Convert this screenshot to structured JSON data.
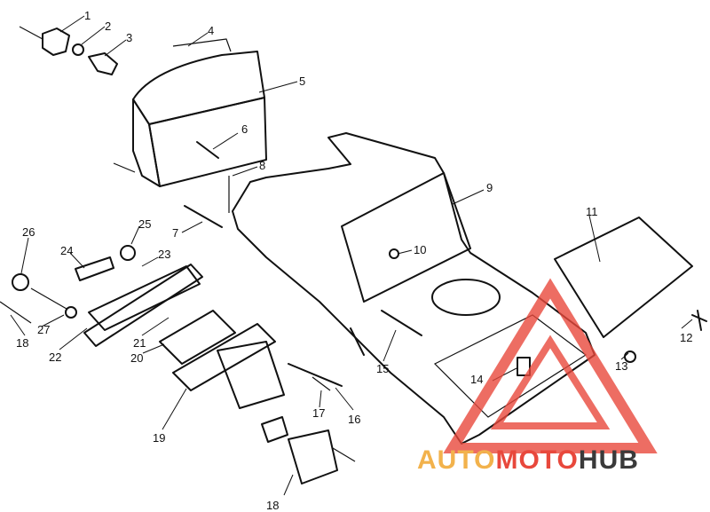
{
  "diagram": {
    "callouts": [
      "1",
      "2",
      "3",
      "4",
      "5",
      "6",
      "7",
      "8",
      "9",
      "10",
      "11",
      "12",
      "13",
      "14",
      "15",
      "16",
      "17",
      "18",
      "18",
      "19",
      "20",
      "21",
      "22",
      "23",
      "24",
      "25",
      "26",
      "27"
    ]
  },
  "watermark": {
    "part1": "AUTO",
    "part2": "MOTO",
    "part3": "HUB",
    "color_part1": "#f2b24c",
    "color_part2": "#e8483c",
    "color_part3": "#3a3a3a",
    "triangle_color": "#e8483c"
  }
}
